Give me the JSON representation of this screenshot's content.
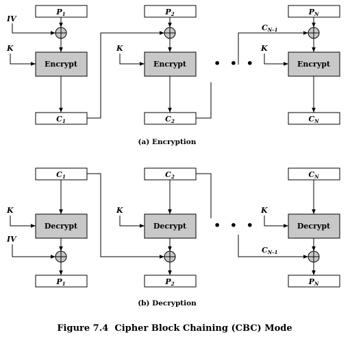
{
  "figure_title": "Figure 7.4  Cipher Block Chaining (CBC) Mode",
  "encryption": {
    "caption": "(a) Encryption",
    "block_label": "Encrypt",
    "iv": "IV",
    "key": "K",
    "ellipsis": "• • •",
    "plaintexts": [
      {
        "base": "P",
        "sub": "1"
      },
      {
        "base": "P",
        "sub": "2"
      },
      {
        "base": "P",
        "sub": "N"
      }
    ],
    "ciphertexts": [
      {
        "base": "C",
        "sub": "1"
      },
      {
        "base": "C",
        "sub": "2"
      },
      {
        "base": "C",
        "sub": "N"
      }
    ],
    "chain_in": {
      "base": "C",
      "sub": "N–1"
    }
  },
  "decryption": {
    "caption": "(b) Decryption",
    "block_label": "Decrypt",
    "iv": "IV",
    "key": "K",
    "ellipsis": "• • •",
    "ciphertexts": [
      {
        "base": "C",
        "sub": "1"
      },
      {
        "base": "C",
        "sub": "2"
      },
      {
        "base": "C",
        "sub": "N"
      }
    ],
    "plaintexts": [
      {
        "base": "P",
        "sub": "1"
      },
      {
        "base": "P",
        "sub": "2"
      },
      {
        "base": "P",
        "sub": "N"
      }
    ],
    "chain_in": {
      "base": "C",
      "sub": "N–1"
    }
  },
  "colors": {
    "block_fill": "#c8c8c8",
    "stroke": "#000000"
  }
}
